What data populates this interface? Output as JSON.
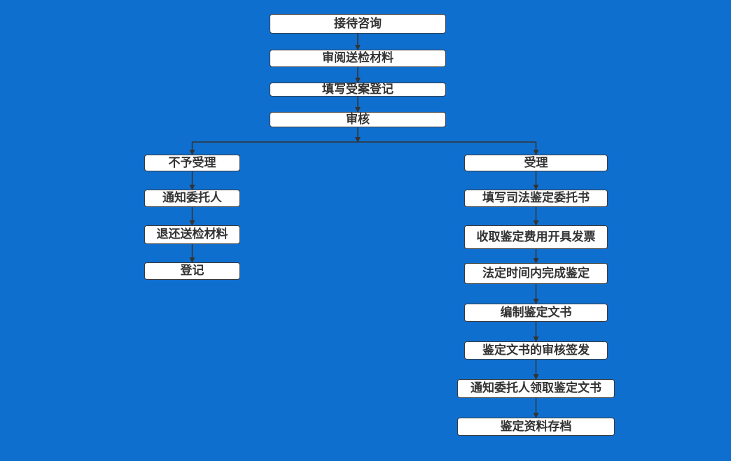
{
  "colors": {
    "background": "#0f6fcf",
    "box_fill": "#ffffff",
    "box_border": "#3a3a3a",
    "line": "#333333",
    "text": "#333333"
  },
  "diagram": {
    "top_steps": [
      "接待咨询",
      "审阅送检材料",
      "填写受案登记",
      "审核"
    ],
    "reject_branch": [
      "不予受理",
      "通知委托人",
      "退还送检材料",
      "登记"
    ],
    "accept_branch": [
      "受理",
      "填写司法鉴定委托书",
      "收取鉴定费用开具发票",
      "法定时间内完成鉴定",
      "编制鉴定文书",
      "鉴定文书的审核签发",
      "通知委托人领取鉴定文书",
      "鉴定资料存档"
    ]
  }
}
